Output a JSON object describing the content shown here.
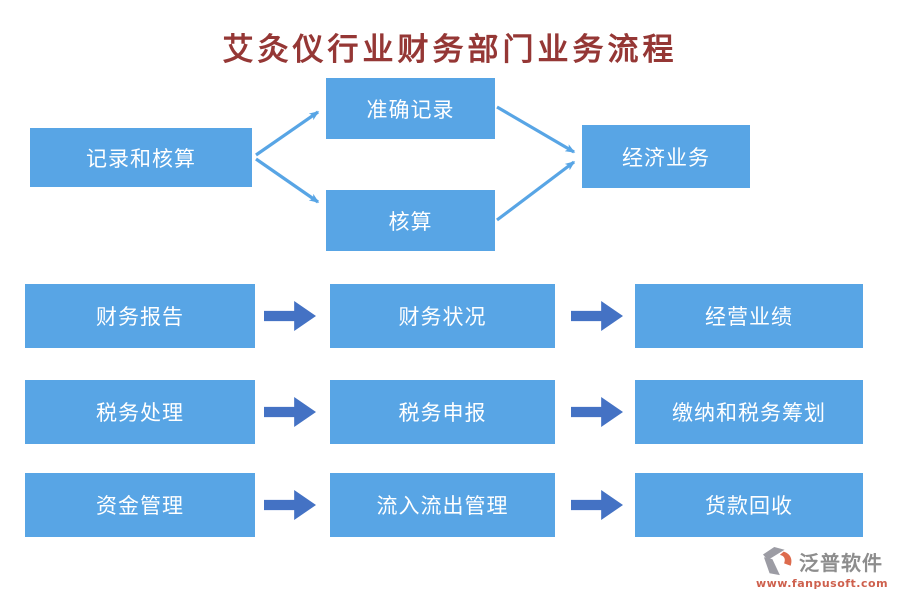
{
  "title": {
    "text": "艾灸仪行业财务部门业务流程"
  },
  "colors": {
    "box_fill": "#58a5e5",
    "thin_arrow": "#58a5e5",
    "block_arrow": "#4472c4",
    "title_red": "#953735",
    "brand_grey": "#8d8d8d",
    "url_orange": "#ce604d"
  },
  "flow_top": {
    "source": {
      "label": "记录和核算"
    },
    "branch_top": {
      "label": "准确记录"
    },
    "branch_bottom": {
      "label": "核算"
    },
    "target": {
      "label": "经济业务"
    }
  },
  "process_rows": [
    {
      "start": "财务报告",
      "middle": "财务状况",
      "end": "经营业绩"
    },
    {
      "start": "税务处理",
      "middle": "税务申报",
      "end": "缴纳和税务筹划"
    },
    {
      "start": "资金管理",
      "middle": "流入流出管理",
      "end": "货款回收"
    }
  ],
  "footer": {
    "brand": "泛普软件",
    "url": "www.fanpusoft.com"
  }
}
